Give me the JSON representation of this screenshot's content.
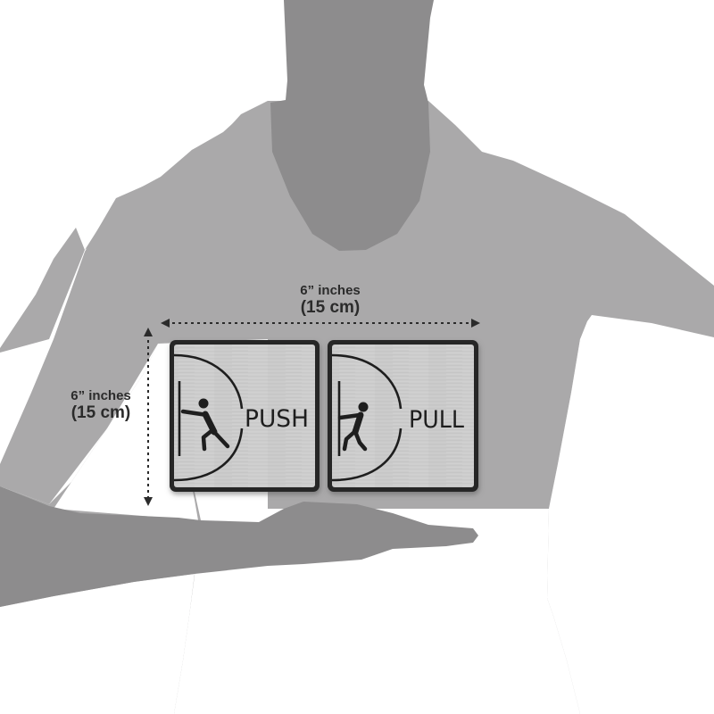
{
  "image": {
    "description": "Size reference illustration: gray person silhouette holding two brushed-silver door signs on a hand",
    "colors": {
      "background": "#ffffff",
      "shirt": "#aaa9aa",
      "neck_arm": "#8d8c8d",
      "sign_border": "#252525",
      "sign_face": "#c9c9c9",
      "ink": "#1e1e1e",
      "dimension_text": "#2b2b2b"
    }
  },
  "dimensions": {
    "width": {
      "line1": "6” inches",
      "line2": "(15 cm)"
    },
    "height": {
      "line1": "6” inches",
      "line2": "(15 cm)"
    }
  },
  "signs": [
    {
      "label": "PUSH",
      "pictogram": "person-pushing-icon"
    },
    {
      "label": "PULL",
      "pictogram": "person-pulling-icon"
    }
  ]
}
